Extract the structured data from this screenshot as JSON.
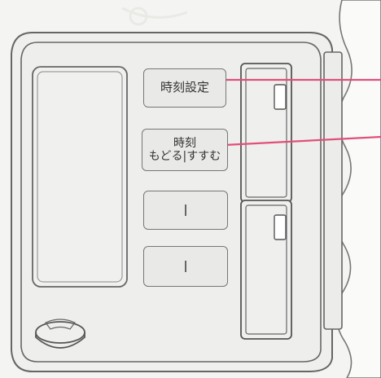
{
  "buttons": {
    "time_setting": "時刻設定",
    "time_adjust_top": "時刻",
    "time_adjust_bottom": "もどる|すすむ"
  },
  "colors": {
    "callout": "#e0507a",
    "outline": "#666666",
    "panel": "#eeeeec"
  }
}
